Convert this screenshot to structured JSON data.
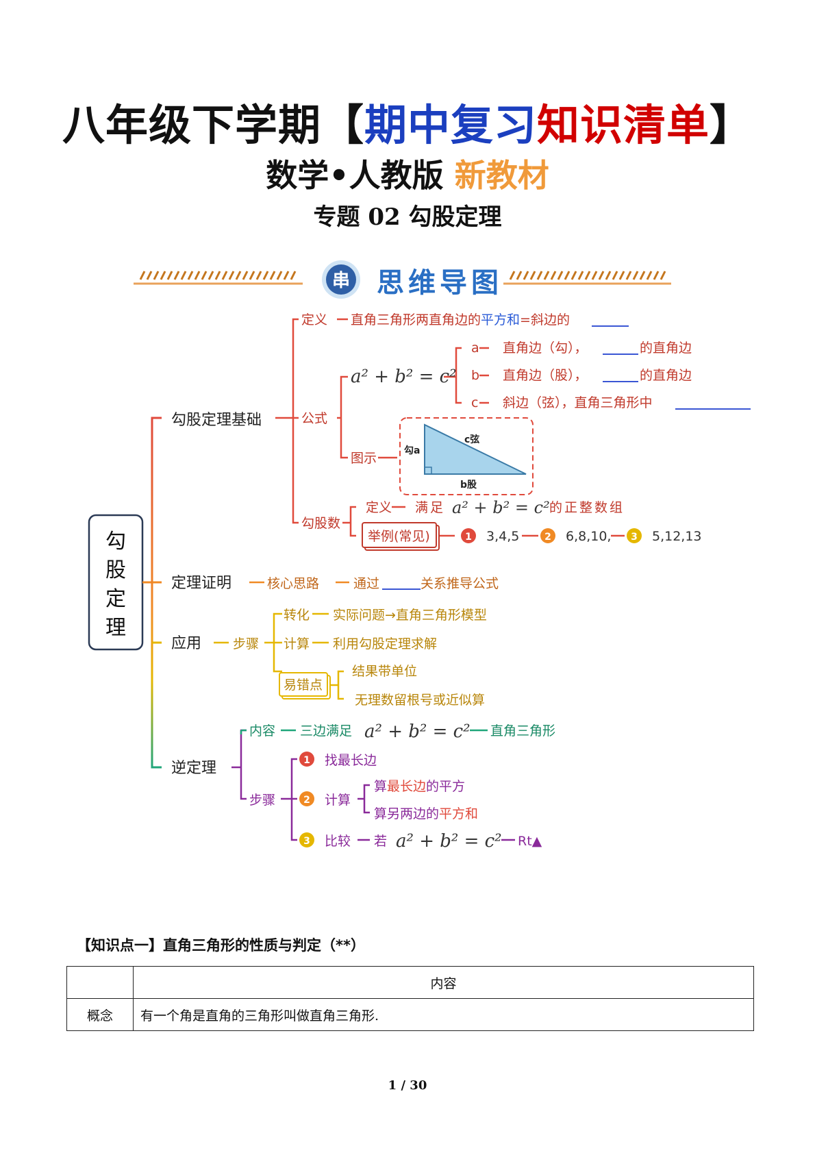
{
  "header": {
    "title_part1": "八年级下学期【",
    "title_part2": "期中复习",
    "title_part3": "知识清单",
    "title_part4": "】",
    "subtitle_main": "数学•人教版",
    "subtitle_accent": "新教材",
    "topic": "专题 02  勾股定理"
  },
  "mindmap": {
    "heading": "思维导图",
    "badge": "串",
    "root": [
      "勾",
      "股",
      "定",
      "理"
    ],
    "basics": {
      "label": "勾股定理基础",
      "def_label": "定义",
      "def_text": "直角三角形两直角边的",
      "def_highlight": "平方和",
      "def_tail": "=斜边的",
      "formula_label": "公式",
      "formula": "a² + b² = c²",
      "a_var": "a",
      "a_text": "直角边（勾），",
      "a_tail": "的直角边",
      "b_var": "b",
      "b_text": "直角边（股），",
      "b_tail": "的直角边",
      "c_var": "c",
      "c_text": "斜边（弦），直角三角形中",
      "diagram_label": "图示",
      "tri_gou": "勾a",
      "tri_xian": "c弦",
      "tri_gu": "b股",
      "triples_label": "勾股数",
      "triples_def_label": "定义",
      "triples_def_text": "满足",
      "triples_def_formula": "a² + b² = c²",
      "triples_def_tail": "的正整数组",
      "examples_label": "举例(常见)",
      "examples": [
        {
          "num": "1",
          "value": "3,4,5"
        },
        {
          "num": "2",
          "value": "6,8,10,"
        },
        {
          "num": "3",
          "value": "5,12,13"
        }
      ]
    },
    "proof": {
      "label": "定理证明",
      "idea": "核心思路",
      "via": "通过",
      "tail": "关系推导公式"
    },
    "application": {
      "label": "应用",
      "steps": "步骤",
      "convert": "转化",
      "convert_text": "实际问题→直角三角形模型",
      "calc": "计算",
      "calc_text": "利用勾股定理求解",
      "pitfalls": "易错点",
      "pit1": "结果带单位",
      "pit2": "无理数留根号或近似算"
    },
    "converse": {
      "label": "逆定理",
      "content": "内容",
      "content_text": "三边满足",
      "content_formula": "a² + b² = c²",
      "content_tail": "直角三角形",
      "steps": "步骤",
      "step1_num": "1",
      "step1": "找最长边",
      "step2_num": "2",
      "step2": "计算",
      "step2a_pre": "算",
      "step2a_hl": "最长边",
      "step2a_tail": "的平方",
      "step2b_pre": "算另两边的",
      "step2b_hl": "平方和",
      "step3_num": "3",
      "step3": "比较",
      "step3_text": "若",
      "step3_formula": "a² + b² = c²",
      "step3_tail": "Rt▲"
    }
  },
  "knowledge": {
    "heading": "【知识点一】直角三角形的性质与判定（**）",
    "col_header": "内容",
    "rows": [
      {
        "label": "概念",
        "text": "有一个角是直角的三角形叫做直角三角形."
      }
    ]
  },
  "footer": {
    "page": "1 / 30"
  },
  "colors": {
    "red": "#e04a3c",
    "orange": "#f08a24",
    "yellow": "#e5b700",
    "green": "#1fa67a",
    "blue": "#2a6fc4",
    "purple": "#8a2a9a",
    "triangle": "#a8d4ec"
  }
}
